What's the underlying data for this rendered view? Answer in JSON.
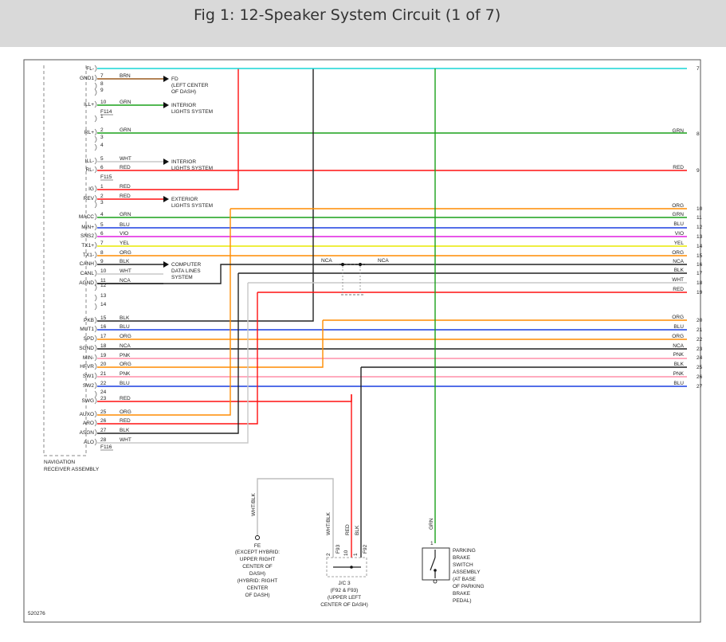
{
  "header": {
    "title": "Fig 1: 12-Speaker System Circuit (1 of 7)"
  },
  "colors": {
    "BRN": "#9a5a1e",
    "GRN": "#1aa11a",
    "RED": "#ff1111",
    "WHT": "#c8c8c8",
    "ORG": "#ff8c00",
    "BLU": "#1a3fe0",
    "VIO": "#e01ee0",
    "YEL": "#e8e800",
    "BLK": "#222222",
    "NCA": "#222222",
    "PNK": "#ff8fa8",
    "GRY": "#8a8a8a",
    "CYAN": "#17d6d6",
    "WHTBLK": "#bdbdbd"
  },
  "receiver": {
    "name_line1": "NAVIGATION",
    "name_line2": "RECEIVER ASSEMBLY",
    "connectors": [
      "F114",
      "F115",
      "F116"
    ],
    "pins": [
      {
        "sig": "FL-",
        "pin": "",
        "wire": "",
        "cat": "top"
      },
      {
        "sig": "GND1",
        "pin": "7",
        "wire": "BRN",
        "cat": "lead"
      },
      {
        "sig": "",
        "pin": "8",
        "wire": "",
        "cat": "none"
      },
      {
        "sig": "",
        "pin": "9",
        "wire": "",
        "cat": "none"
      },
      {
        "sig": "ILL+",
        "pin": "10",
        "wire": "GRN",
        "cat": "lead"
      },
      {
        "sig": "",
        "pin": "1",
        "wire": "",
        "cat": "none"
      },
      {
        "sig": "RL+",
        "pin": "2",
        "wire": "GRN",
        "cat": "full"
      },
      {
        "sig": "",
        "pin": "3",
        "wire": "",
        "cat": "none"
      },
      {
        "sig": "",
        "pin": "4",
        "wire": "",
        "cat": "none"
      },
      {
        "sig": "ILL-",
        "pin": "5",
        "wire": "WHT",
        "cat": "lead"
      },
      {
        "sig": "RL-",
        "pin": "6",
        "wire": "RED",
        "cat": "full"
      },
      {
        "sig": "IG",
        "pin": "1",
        "wire": "RED",
        "cat": "vert"
      },
      {
        "sig": "REV",
        "pin": "2",
        "wire": "RED",
        "cat": "lead"
      },
      {
        "sig": "",
        "pin": "3",
        "wire": "",
        "cat": "none"
      },
      {
        "sig": "MACC",
        "pin": "4",
        "wire": "GRN",
        "cat": "full"
      },
      {
        "sig": "MIN+",
        "pin": "5",
        "wire": "BLU",
        "cat": "full"
      },
      {
        "sig": "SNS2",
        "pin": "6",
        "wire": "VIO",
        "cat": "full"
      },
      {
        "sig": "TX1+",
        "pin": "7",
        "wire": "YEL",
        "cat": "full"
      },
      {
        "sig": "TX1-",
        "pin": "8",
        "wire": "ORG",
        "cat": "full"
      },
      {
        "sig": "CANH",
        "pin": "9",
        "wire": "BLK",
        "cat": "lead"
      },
      {
        "sig": "CANL",
        "pin": "10",
        "wire": "WHT",
        "cat": "lead"
      },
      {
        "sig": "AGND",
        "pin": "11",
        "wire": "NCA",
        "cat": "lead"
      },
      {
        "sig": "",
        "pin": "12",
        "wire": "",
        "cat": "none"
      },
      {
        "sig": "",
        "pin": "13",
        "wire": "",
        "cat": "none"
      },
      {
        "sig": "",
        "pin": "14",
        "wire": "",
        "cat": "none"
      },
      {
        "sig": "PKB",
        "pin": "15",
        "wire": "BLK",
        "cat": "vert"
      },
      {
        "sig": "MUT1",
        "pin": "16",
        "wire": "BLU",
        "cat": "full"
      },
      {
        "sig": "SPD",
        "pin": "17",
        "wire": "ORG",
        "cat": "full"
      },
      {
        "sig": "SGND",
        "pin": "18",
        "wire": "NCA",
        "cat": "full"
      },
      {
        "sig": "MIN-",
        "pin": "19",
        "wire": "PNK",
        "cat": "full"
      },
      {
        "sig": "HFVR",
        "pin": "20",
        "wire": "ORG",
        "cat": "vert"
      },
      {
        "sig": "SW1",
        "pin": "21",
        "wire": "PNK",
        "cat": "full"
      },
      {
        "sig": "SW2",
        "pin": "22",
        "wire": "BLU",
        "cat": "full"
      },
      {
        "sig": "",
        "pin": "24",
        "wire": "",
        "cat": "none"
      },
      {
        "sig": "SWG",
        "pin": "23",
        "wire": "RED",
        "cat": "vert"
      },
      {
        "sig": "AUXO",
        "pin": "25",
        "wire": "ORG",
        "cat": "vert"
      },
      {
        "sig": "ARO",
        "pin": "26",
        "wire": "RED",
        "cat": "vert"
      },
      {
        "sig": "ASGN",
        "pin": "27",
        "wire": "BLK",
        "cat": "vert"
      },
      {
        "sig": "ALO",
        "pin": "28",
        "wire": "WHT",
        "cat": "vert"
      }
    ]
  },
  "destinations": [
    {
      "label1": "FD",
      "label2": "(LEFT CENTER",
      "label3": "OF DASH)"
    },
    {
      "label1": "INTERIOR",
      "label2": "LIGHTS SYSTEM",
      "label3": ""
    },
    {
      "label1": "INTERIOR",
      "label2": "LIGHTS SYSTEM",
      "label3": ""
    },
    {
      "label1": "EXTERIOR",
      "label2": "LIGHTS SYSTEM",
      "label3": ""
    },
    {
      "label1": "COMPUTER",
      "label2": "DATA LINES",
      "label3": "SYSTEM"
    }
  ],
  "right_circuits": [
    {
      "num": "7",
      "wire": ""
    },
    {
      "num": "8",
      "wire": "GRN"
    },
    {
      "num": "9",
      "wire": "RED"
    },
    {
      "num": "10",
      "wire": "ORG"
    },
    {
      "num": "11",
      "wire": "GRN"
    },
    {
      "num": "12",
      "wire": "BLU"
    },
    {
      "num": "13",
      "wire": "VIO"
    },
    {
      "num": "14",
      "wire": "YEL"
    },
    {
      "num": "15",
      "wire": "ORG"
    },
    {
      "num": "16",
      "wire": "NCA"
    },
    {
      "num": "17",
      "wire": "BLK"
    },
    {
      "num": "18",
      "wire": "WHT"
    },
    {
      "num": "19",
      "wire": "RED"
    },
    {
      "num": "20",
      "wire": "ORG"
    },
    {
      "num": "21",
      "wire": "BLU"
    },
    {
      "num": "22",
      "wire": "ORG"
    },
    {
      "num": "23",
      "wire": "NCA"
    },
    {
      "num": "24",
      "wire": "PNK"
    },
    {
      "num": "25",
      "wire": "BLK"
    },
    {
      "num": "26",
      "wire": "PNK"
    },
    {
      "num": "27",
      "wire": "BLU"
    }
  ],
  "splice_labels": [
    "NCA",
    "NCA"
  ],
  "ground_fe": {
    "wire": "WHT/BLK",
    "name": "FE",
    "desc": [
      "(EXCEPT HYBRID:",
      "UPPER RIGHT",
      "CENTER OF",
      "DASH)",
      "(HYBRID: RIGHT",
      "CENTER",
      "OF DASH)"
    ]
  },
  "jc3": {
    "wires": [
      "WHT/BLK",
      "RED",
      "BLK"
    ],
    "pins": [
      "2",
      "10",
      "1"
    ],
    "conns": [
      "F93",
      "F92"
    ],
    "name": "J/C 3",
    "desc": [
      "(F92 & F93)",
      "(UPPER LEFT",
      "CENTER OF DASH)"
    ]
  },
  "parking_brake": {
    "wire": "GRN",
    "pin": "1",
    "desc": [
      "PARKING",
      "BRAKE",
      "SWITCH",
      "ASSEMBLY",
      "(AT BASE",
      "OF PARKING",
      "BRAKE",
      "PEDAL)"
    ]
  },
  "figure_id": "520276"
}
